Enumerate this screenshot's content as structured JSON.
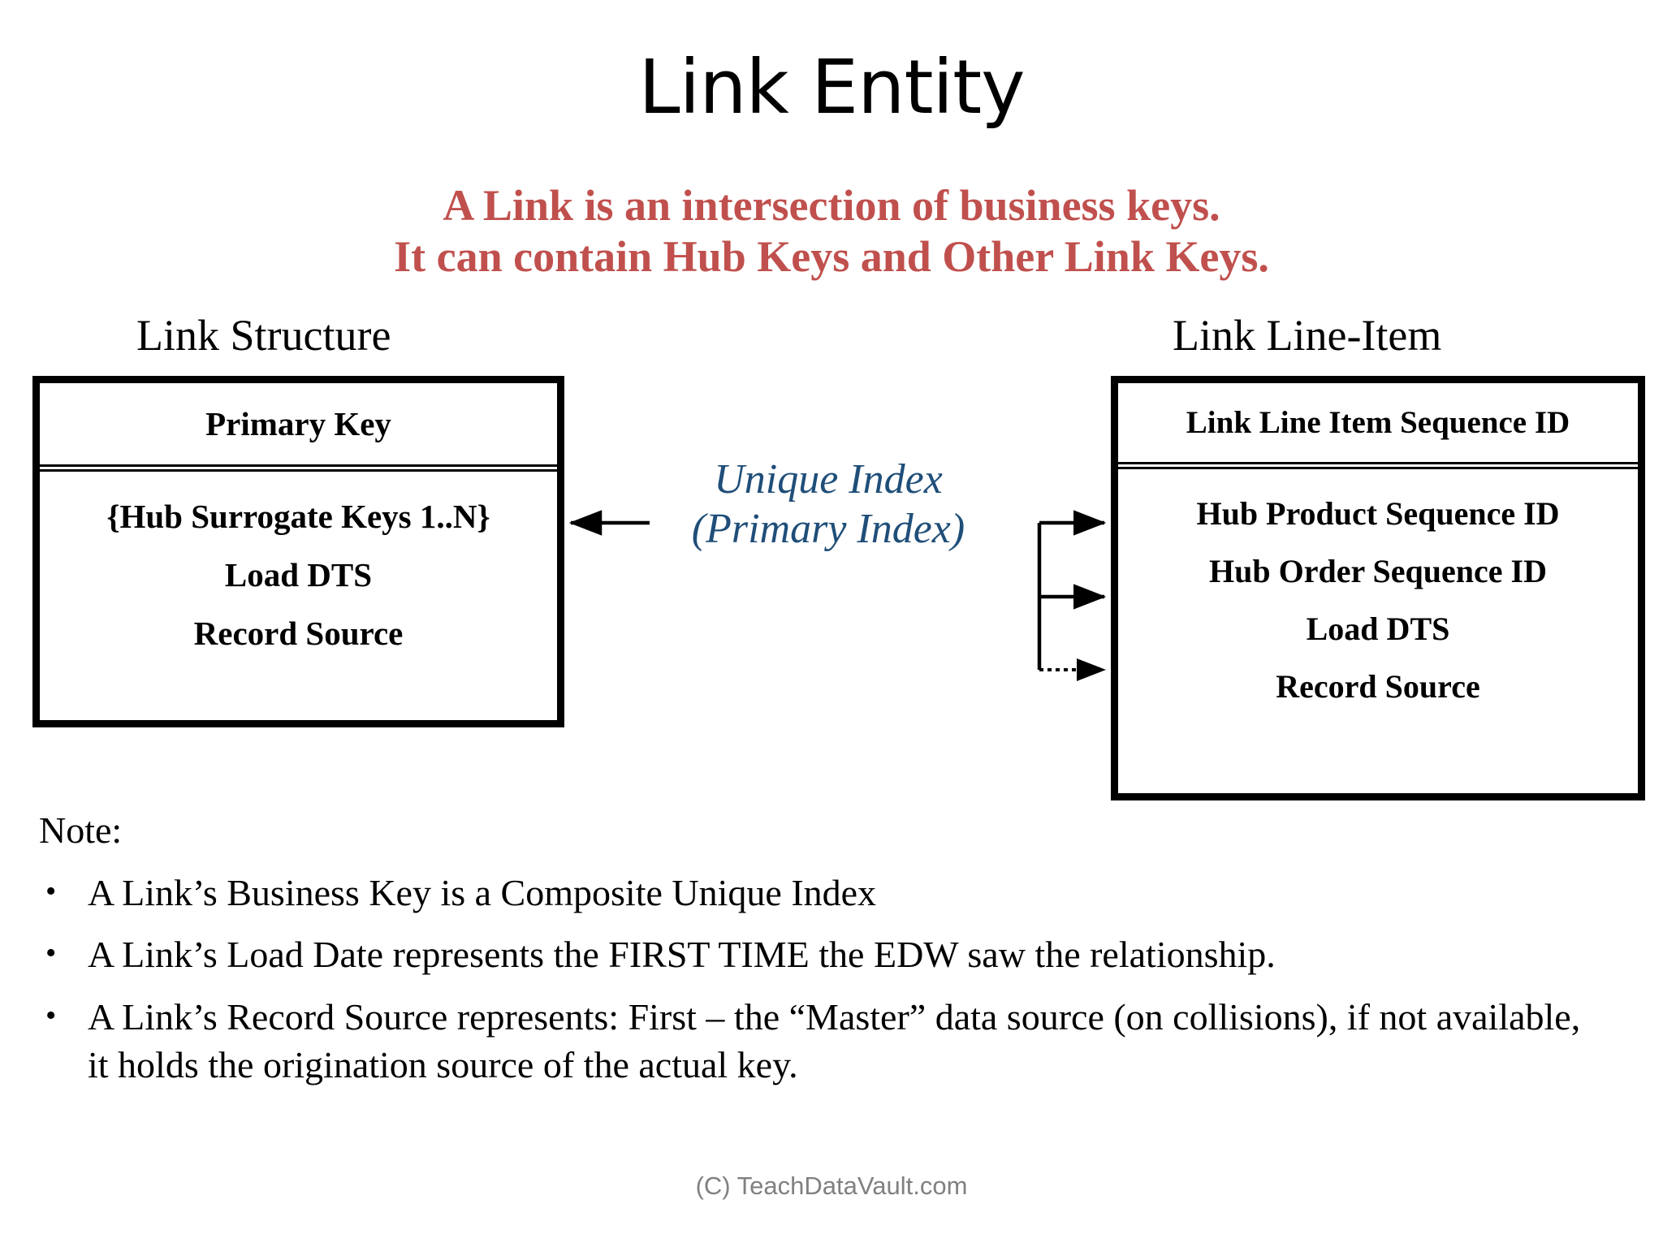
{
  "slide": {
    "title": "Link Entity",
    "subtitle_lines": [
      "A Link is an intersection of business keys.",
      "It can contain Hub Keys and Other Link Keys."
    ],
    "subtitle_color": "#C0504D",
    "accent_blue": "#1F4E79",
    "background": "#FFFFFF"
  },
  "left_entity": {
    "caption": "Link Structure",
    "header": "Primary Key",
    "fields": [
      "{Hub Surrogate Keys 1..N}",
      "Load DTS",
      "Record Source"
    ]
  },
  "right_entity": {
    "caption": "Link Line-Item",
    "header": "Link Line Item Sequence ID",
    "fields": [
      "Hub Product Sequence ID",
      "Hub Order Sequence ID",
      "Load DTS",
      "Record Source"
    ]
  },
  "middle_label": {
    "lines": [
      "Unique Index",
      "(Primary Index)"
    ]
  },
  "connectors": [
    {
      "name": "unique-index-to-link-structure",
      "style": "solid",
      "direction": "left"
    },
    {
      "name": "hub-product-sequence-id-link",
      "style": "solid",
      "direction": "right"
    },
    {
      "name": "hub-order-sequence-id-link",
      "style": "solid",
      "direction": "right"
    },
    {
      "name": "load-dts-link",
      "style": "dotted",
      "direction": "right"
    }
  ],
  "notes": {
    "heading": "Note:",
    "items": [
      "A Link’s Business Key is a Composite Unique Index",
      "A Link’s Load Date represents the FIRST TIME the EDW saw the relationship.",
      "A Link’s Record Source represents: First – the “Master” data source (on collisions), if not available, it holds the origination source of the actual key."
    ],
    "bullet_glyph": "•"
  },
  "footer": {
    "copyright": "(C) TeachDataVault.com"
  }
}
